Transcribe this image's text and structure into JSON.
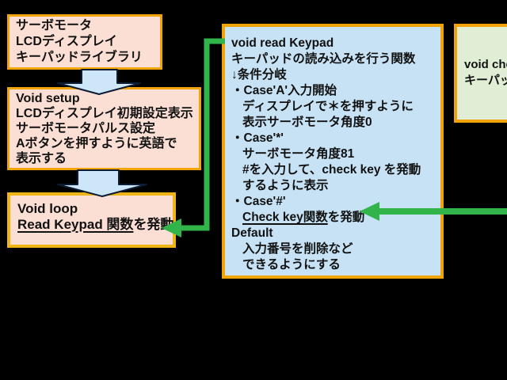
{
  "diagram": {
    "background": "#000000",
    "colors": {
      "node_border_orange": "#F2A50A",
      "loop_border_gold": "#EFB516",
      "peach_fill": "#FBDFD5",
      "blue_fill": "#C6E2F4",
      "green_fill": "#DFEED4",
      "chevron_fill": "#CDE7F8",
      "chevron_outline": "#0D1B33",
      "connector_green": "#31B44A",
      "text": "#111111"
    },
    "libraries_box": {
      "lines": [
        "サーボモータ",
        "LCDディスプレイ",
        "キーパッドライブラリ"
      ]
    },
    "setup_box": {
      "lines": [
        "Void setup",
        "LCDディスプレイ初期設定表示",
        "サーボモータパルス設定",
        "Aボタンを押すように英語で",
        "表示する"
      ]
    },
    "loop_box": {
      "title": "Void loop",
      "underlined": "Read Keypad 関数",
      "rest": "を発動"
    },
    "read_keypad_box": {
      "lines": [
        {
          "text": "void read Keypad"
        },
        {
          "text": "キーパッドの読み込みを行う関数"
        },
        {
          "text": "↓条件分岐"
        },
        {
          "text": "・Case'A'入力開始"
        },
        {
          "text": "ディスプレイで＊を押すように"
        },
        {
          "text": "表示サーボモータ角度0"
        },
        {
          "text": "・Case'*'"
        },
        {
          "text": "サーボモータ角度81"
        },
        {
          "text": "#を入力して、check key を発動"
        },
        {
          "text": "するように表示"
        },
        {
          "text": "・Case'#'"
        },
        {
          "underlined": "Check key関数",
          "rest": "を発動"
        },
        {
          "text": "Default"
        },
        {
          "text": "入力番号を削除など"
        },
        {
          "text": "できるようにする"
        }
      ]
    },
    "check_key_box": {
      "lines": [
        "void che",
        "キーパッ"
      ]
    }
  }
}
